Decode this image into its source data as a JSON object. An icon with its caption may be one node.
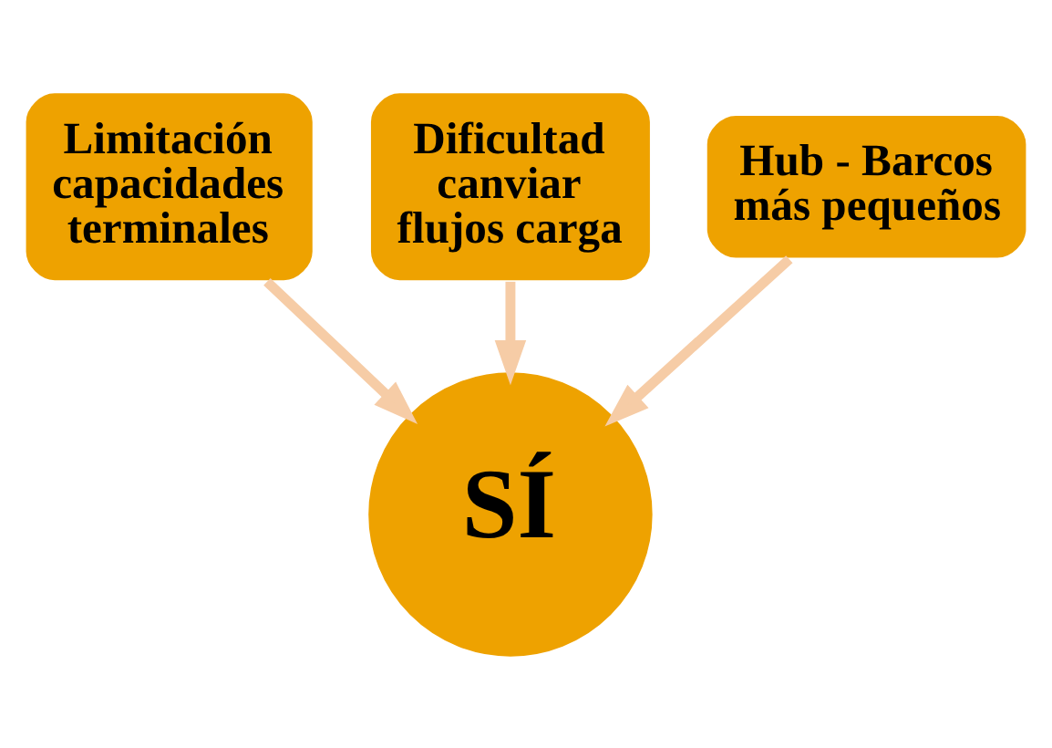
{
  "diagram": {
    "nodes": [
      {
        "text": [
          "Limitación capacidades terminales"
        ]
      },
      {
        "text": [
          "Dificultad canviar flujos carga"
        ]
      },
      {
        "text": [
          "Hub - Barcos más pequeños"
        ]
      },
      {
        "text": [
          "SÍ"
        ]
      }
    ],
    "edges": [
      {
        "from": 0,
        "to": 3,
        "arrow": "to"
      },
      {
        "from": 1,
        "to": 3,
        "arrow": "to"
      },
      {
        "from": 2,
        "to": 3,
        "arrow": "to"
      }
    ]
  }
}
